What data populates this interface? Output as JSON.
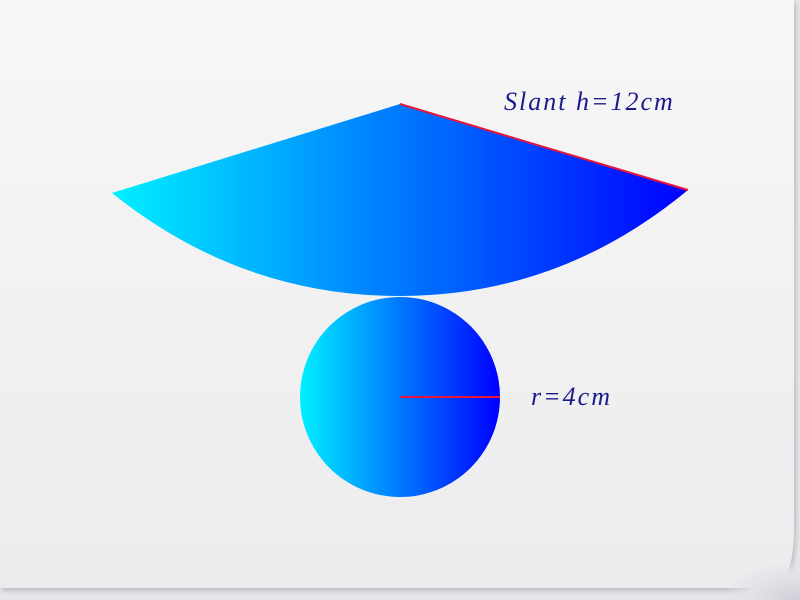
{
  "diagram": {
    "slant_label": "Slant h=12cm",
    "radius_label": "r=4cm",
    "slant_height_cm": 12,
    "radius_cm": 4
  },
  "colors": {
    "gradient_start": "#00f0ff",
    "gradient_end": "#0000ff",
    "measure_line": "#e8163c",
    "label_text": "#1a1a8c",
    "paper": "#f4f4f4"
  }
}
